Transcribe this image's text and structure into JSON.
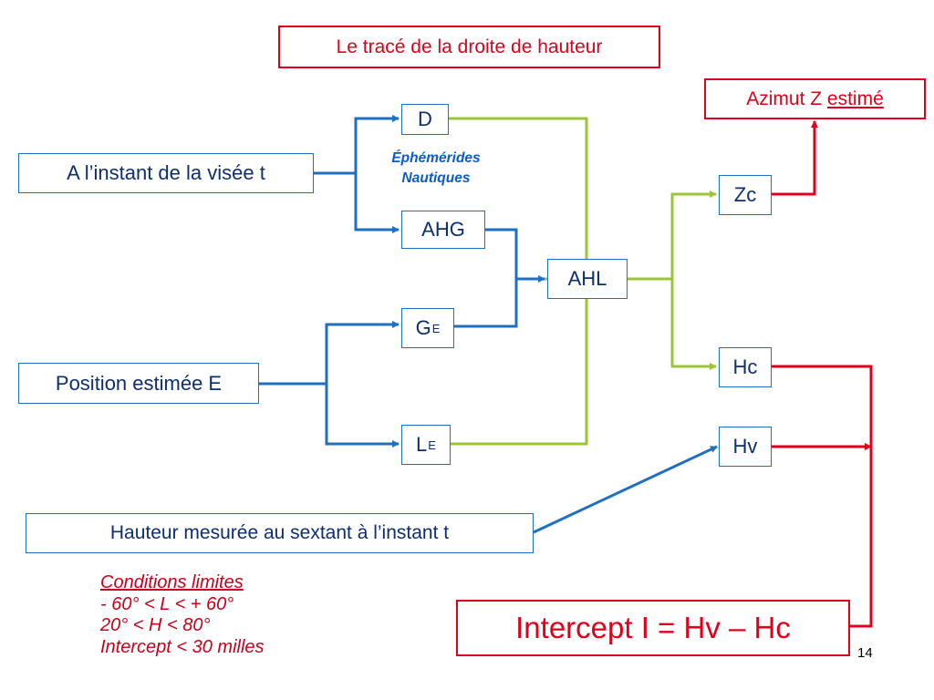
{
  "title": "Le tracé de la droite de hauteur",
  "nodes": {
    "instant": "A l’instant de la visée t",
    "position": "Position estimée E",
    "hauteur_mesuree": "Hauteur mesurée au sextant à l’instant t",
    "D": "D",
    "AHG": "AHG",
    "G": {
      "main": "G",
      "sub": "E"
    },
    "L": {
      "main": "L",
      "sub": "E"
    },
    "AHL": "AHL",
    "Zc": "Zc",
    "Hc": "Hc",
    "Hv": "Hv",
    "azimut_prefix": "Azimut Z",
    "azimut_underlined": "estimé",
    "intercept": "Intercept I = Hv – Hc"
  },
  "ephemerides": {
    "line1": "Éphémérides",
    "line2": "Nautiques"
  },
  "conditions": {
    "heading": "Conditions limites",
    "lines": [
      "- 60° < L < + 60°",
      "20° < H < 80°",
      "Intercept < 30 milles"
    ]
  },
  "page_number": "14",
  "colors": {
    "blue": "#1f6fc2",
    "green": "#9bc43a",
    "red": "#e0001b",
    "text_blue": "#0d2f6b"
  }
}
